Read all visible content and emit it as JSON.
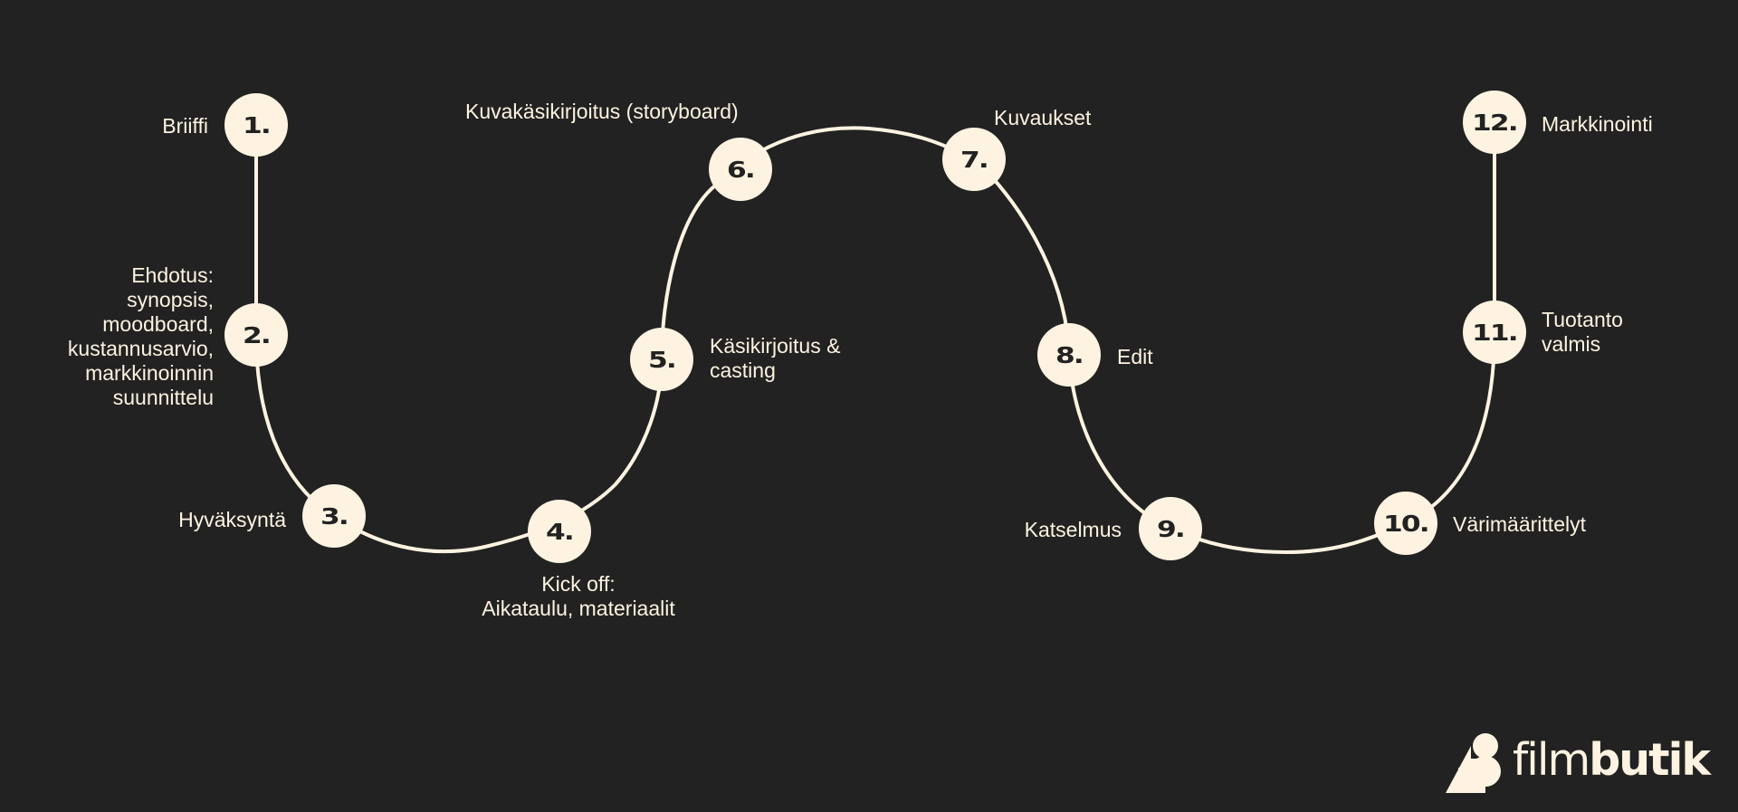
{
  "colors": {
    "background": "#222222",
    "accent": "#fdf3e0",
    "number_text": "#222222"
  },
  "steps": [
    {
      "num": "1.",
      "label": "Briiffi"
    },
    {
      "num": "2.",
      "label": "Ehdotus:\nsynopsis,\nmoodboard,\nkustannusarvio,\nmarkkinoinnin\nsuunnittelu"
    },
    {
      "num": "3.",
      "label": "Hyväksyntä"
    },
    {
      "num": "4.",
      "label": "Kick off:\nAikataulu, materiaalit"
    },
    {
      "num": "5.",
      "label": "Käsikirjoitus &\ncasting"
    },
    {
      "num": "6.",
      "label": "Kuvakäsikirjoitus (storyboard)"
    },
    {
      "num": "7.",
      "label": "Kuvaukset"
    },
    {
      "num": "8.",
      "label": "Edit"
    },
    {
      "num": "9.",
      "label": "Katselmus"
    },
    {
      "num": "10.",
      "label": "Värimäärittelyt"
    },
    {
      "num": "11.",
      "label": "Tuotanto\nvalmis"
    },
    {
      "num": "12.",
      "label": "Markkinointi"
    }
  ],
  "logo": {
    "icon": "filmbutik-logo-icon",
    "text_light": "film",
    "text_bold": "butik"
  }
}
